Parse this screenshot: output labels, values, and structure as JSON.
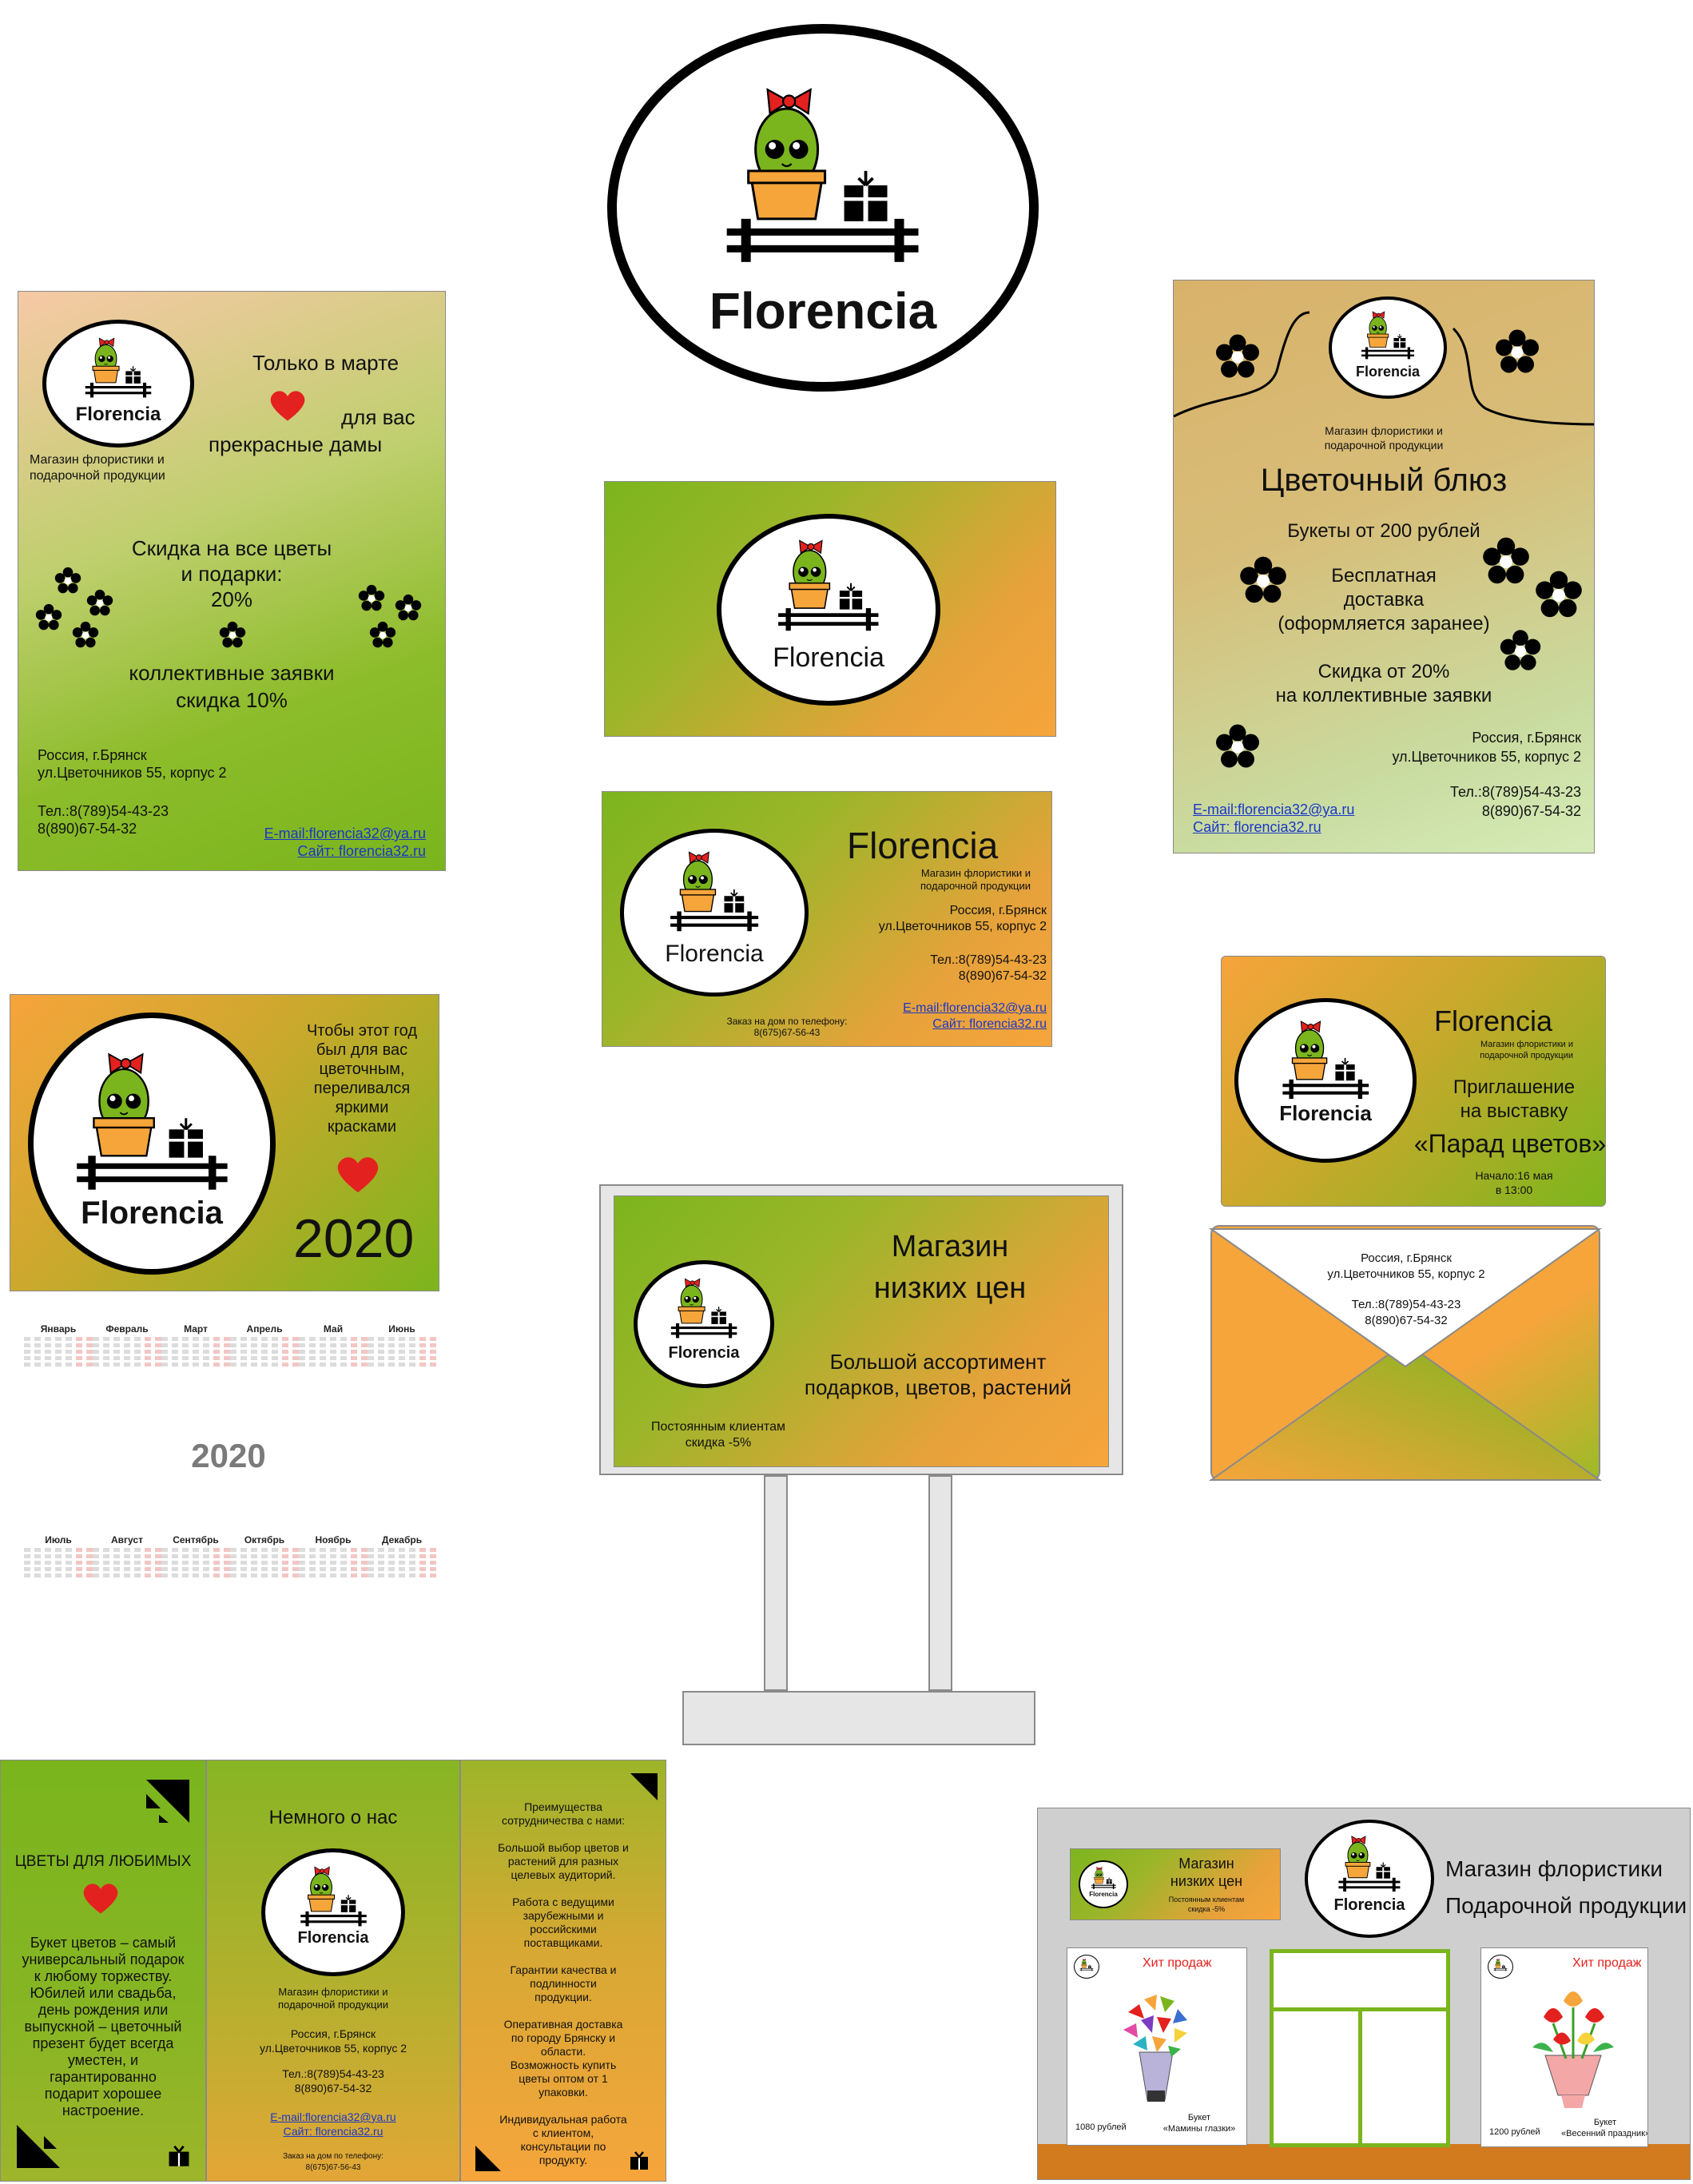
{
  "brand": {
    "name": "Florencia",
    "tagline_line1": "Магазин флористики и",
    "tagline_line2": "подарочной продукции"
  },
  "colors": {
    "green": "#7ab51d",
    "orange": "#f6a53b",
    "red": "#e3211e",
    "black": "#000000"
  },
  "icons": [
    "cactus-icon",
    "bow-icon",
    "gift-icon",
    "shelf-icon",
    "flower-icon",
    "heart-icon",
    "bouquet-icon"
  ],
  "poster_march": {
    "line1": "Только в марте",
    "line2": "для вас",
    "line3": "прекрасные дамы",
    "discount1": "Скидка на все цветы",
    "discount2": "и подарки:",
    "discount3": "20%",
    "group1": "коллективные заявки",
    "group2": "скидка 10%",
    "addr1": "Россия, г.Брянск",
    "addr2": "ул.Цветочников 55, корпус 2",
    "tel1": "Тел.:8(789)54-43-23",
    "tel2": "8(890)67-54-32",
    "email": "E-mail:florencia32@ya.ru",
    "site": "Сайт: florencia32.ru"
  },
  "poster_blues": {
    "title": "Цветочный блюз",
    "l1": "Букеты от 200 рублей",
    "l2": "Бесплатная",
    "l3": "доставка",
    "l4": "(оформляется заранее)",
    "l5": "Скидка от 20%",
    "l6": "на коллективные заявки",
    "addr1": "Россия, г.Брянск",
    "addr2": "ул.Цветочников 55, корпус 2",
    "tel1": "Тел.:8(789)54-43-23",
    "tel2": "8(890)67-54-32",
    "email": "E-mail:florencia32@ya.ru",
    "site": "Сайт: florencia32.ru"
  },
  "business_card": {
    "addr1": "Россия, г.Брянск",
    "addr2": "ул.Цветочников 55, корпус 2",
    "tel1": "Тел.:8(789)54-43-23",
    "tel2": "8(890)67-54-32",
    "email": "E-mail:florencia32@ya.ru",
    "site": "Сайт: florencia32.ru",
    "order1": "Заказ на дом по телефону:",
    "order2": "8(675)67-56-43"
  },
  "calendar_cover": {
    "l1": "Чтобы этот год",
    "l2": "был для вас",
    "l3": "цветочным,",
    "l4": "переливался",
    "l5": "яркими",
    "l6": "красками",
    "year": "2020"
  },
  "calendar": {
    "year": "2020",
    "months_top": [
      "Январь",
      "Февраль",
      "Март",
      "Апрель",
      "Май",
      "Июнь"
    ],
    "months_bottom": [
      "Июль",
      "Август",
      "Сентябрь",
      "Октябрь",
      "Ноябрь",
      "Декабрь"
    ]
  },
  "invitation": {
    "l1": "Приглашение",
    "l2": "на выставку",
    "l3": "«Парад цветов»",
    "start1": "Начало:16 мая",
    "start2": "в 13:00"
  },
  "envelope": {
    "addr1": "Россия, г.Брянск",
    "addr2": "ул.Цветочников 55, корпус 2",
    "tel1": "Тел.:8(789)54-43-23",
    "tel2": "8(890)67-54-32"
  },
  "billboard": {
    "title1": "Магазин",
    "title2": "низких цен",
    "sub1": "Большой ассортимент",
    "sub2": "подарков, цветов, растений",
    "promo1": "Постоянным клиентам",
    "promo2": "скидка -5%"
  },
  "booklet": {
    "p1_title": "ЦВЕТЫ ДЛЯ ЛЮБИМЫХ",
    "p1_text": [
      "Букет цветов – самый",
      "универсальный подарок",
      "к любому торжеству.",
      "Юбилей или свадьба,",
      "день рождения или",
      "выпускной – цветочный",
      "презент будет всегда",
      "уместен, и",
      "гарантированно",
      "подарит хорошее",
      "настроение."
    ],
    "p2_title": "Немного о нас",
    "p2_addr1": "Россия, г.Брянск",
    "p2_addr2": "ул.Цветочников 55, корпус 2",
    "p2_tel1": "Тел.:8(789)54-43-23",
    "p2_tel2": "8(890)67-54-32",
    "p2_email": "E-mail:florencia32@ya.ru",
    "p2_site": "Сайт: florencia32.ru",
    "p2_order1": "Заказ на дом по телефону:",
    "p2_order2": "8(675)67-56-43",
    "p3_text": [
      "Преимущества",
      "сотрудничества с нами:",
      "",
      "Большой выбор цветов и",
      "растений для разных",
      "целевых аудиторий.",
      "",
      "Работа с ведущими",
      "зарубежными и",
      "российскими",
      "поставщиками.",
      "",
      "Гарантии качества и",
      "подлинности",
      "продукции.",
      "",
      "Оперативная доставка",
      "по городу Брянску и",
      "области.",
      "Возможность купить",
      "цветы оптом от 1",
      "упаковки.",
      "",
      "Индивидуальная работа",
      "с клиентом,",
      "консультации по",
      "продукту."
    ]
  },
  "storefront": {
    "sign1": "Магазин флористики",
    "sign2": "Подарочной продукции",
    "mini_title1": "Магазин",
    "mini_title2": "низких цен",
    "mini_promo1": "Постоянным клиентам",
    "mini_promo2": "скидка -5%",
    "poster1_hit": "Хит продаж",
    "poster1_price": "1080 рублей",
    "poster1_name1": "Букет",
    "poster1_name2": "«Мамины глазки»",
    "poster2_hit": "Хит продаж",
    "poster2_price": "1200 рублей",
    "poster2_name1": "Букет",
    "poster2_name2": "«Весенний праздник»"
  }
}
